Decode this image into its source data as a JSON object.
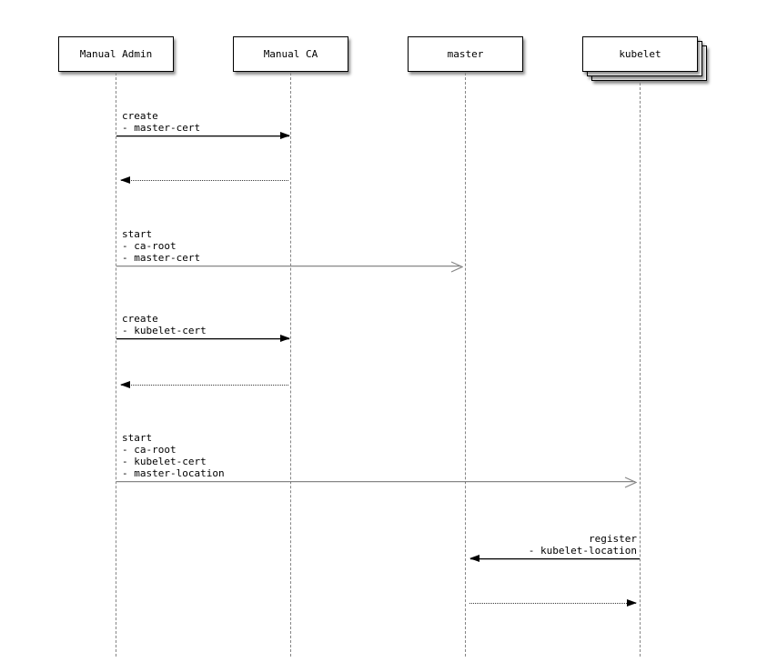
{
  "diagram": {
    "type": "sequence",
    "background": "#ffffff",
    "colors": {
      "box_border": "#000000",
      "box_fill": "#ffffff",
      "text": "#000000",
      "lifeline": "#858585",
      "sync_arrow": "#000000",
      "async_arrow": "#888888",
      "return_arrow": "#3c3c3c"
    },
    "actors": [
      {
        "id": "manual-admin",
        "label": "Manual Admin",
        "multi_instance": false
      },
      {
        "id": "manual-ca",
        "label": "Manual CA",
        "multi_instance": false
      },
      {
        "id": "master",
        "label": "master",
        "multi_instance": false
      },
      {
        "id": "kubelet",
        "label": "kubelet",
        "multi_instance": true
      }
    ],
    "messages": [
      {
        "from": "Manual Admin",
        "to": "Manual CA",
        "label": "create\n- master-cert",
        "line": "solid",
        "head": "filled"
      },
      {
        "from": "Manual CA",
        "to": "Manual Admin",
        "label": "",
        "line": "dotted",
        "head": "filled"
      },
      {
        "from": "Manual Admin",
        "to": "master",
        "label": "start\n- ca-root\n- master-cert",
        "line": "solid",
        "head": "open"
      },
      {
        "from": "Manual Admin",
        "to": "Manual CA",
        "label": "create\n- kubelet-cert",
        "line": "solid",
        "head": "filled"
      },
      {
        "from": "Manual CA",
        "to": "Manual Admin",
        "label": "",
        "line": "dotted",
        "head": "filled"
      },
      {
        "from": "Manual Admin",
        "to": "kubelet",
        "label": "start\n- ca-root\n- kubelet-cert\n- master-location",
        "line": "solid",
        "head": "open"
      },
      {
        "from": "kubelet",
        "to": "master",
        "label": "register\n- kubelet-location",
        "line": "solid",
        "head": "filled"
      },
      {
        "from": "master",
        "to": "kubelet",
        "label": "",
        "line": "dotted",
        "head": "filled"
      }
    ]
  }
}
